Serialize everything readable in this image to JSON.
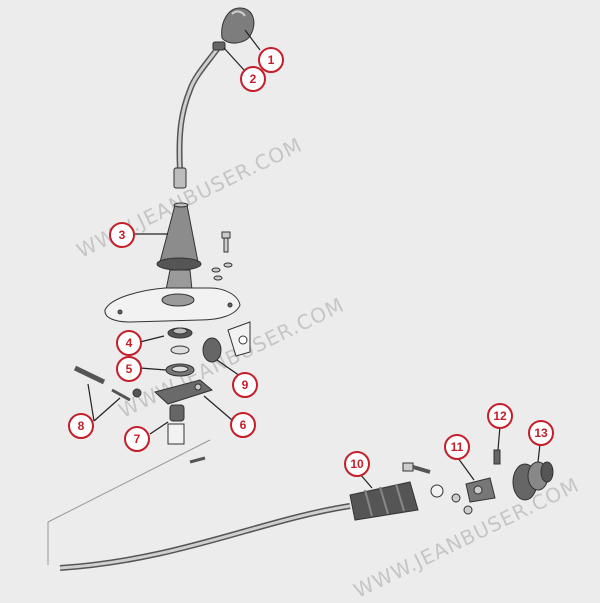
{
  "watermark": "WWW.JEANBUSER.COM",
  "colors": {
    "badge_stroke": "#c41e2a",
    "badge_text": "#c41e2a",
    "part_fill": "#8c8c8c",
    "part_dark": "#555555",
    "background": "#ececec"
  },
  "callouts": [
    "1",
    "2",
    "3",
    "4",
    "5",
    "6",
    "7",
    "8",
    "9",
    "10",
    "11",
    "12",
    "13"
  ]
}
